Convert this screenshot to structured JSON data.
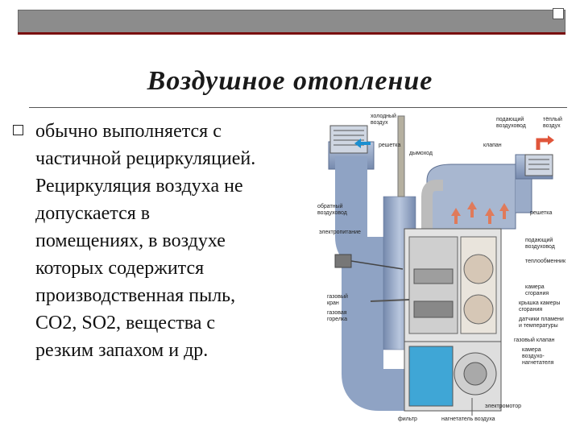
{
  "slide": {
    "title": "Воздушное отопление",
    "bullet_lines": [
      "обычно выполняется с",
      "частичной рециркуляцией.",
      "Рециркуляция воздуха не",
      "допускается в",
      "помещениях, в воздухе",
      "которых содержится",
      "производственная пыль,",
      "СО2, SO2, вещества с",
      "резким запахом и др."
    ]
  },
  "diagram": {
    "labels": {
      "cold_air": [
        "холодный",
        "воздух"
      ],
      "grille_top": "решетка",
      "flue": "дымоход",
      "supplied_air": [
        "подающий",
        "воздуховод"
      ],
      "warm_air": [
        "тёплый",
        "воздух"
      ],
      "damper": "клапан",
      "return_duct": [
        "обратный",
        "воздуховод"
      ],
      "electric_supply": "электропитание",
      "grille_right": "решетка",
      "supply_duct_right": [
        "подающий",
        "воздуховод"
      ],
      "heat_exchanger": "теплообменник",
      "gas_valve_left": [
        "газовый",
        "кран"
      ],
      "gas_line": [
        "газовая",
        "горелка"
      ],
      "combustion_chamber": [
        "камера",
        "сгорания"
      ],
      "chamber_cover": [
        "крышка камеры",
        "сгорания"
      ],
      "flame_sensor": [
        "датчики пламени",
        "и температуры"
      ],
      "gas_valve": "газовый клапан",
      "blower_chamber": [
        "камера",
        "воздухо-",
        "нагнетателя"
      ],
      "motor": "электромотор",
      "filter": "фильтр",
      "blower": "нагнетатель воздуха"
    },
    "colors": {
      "duct": "#8fa3c4",
      "duct_dark": "#6f84a8",
      "arrow_cold": "#1b8fd0",
      "arrow_hot": "#e0553a",
      "cabinet": "#dcdcdc"
    }
  }
}
